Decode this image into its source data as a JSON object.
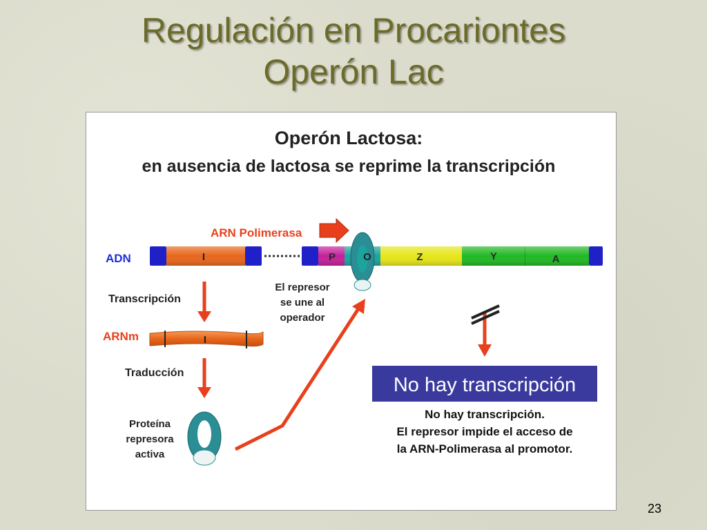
{
  "slide": {
    "title_line1": "Regulación en Procariontes",
    "title_line2": "Operón Lac",
    "page_number": "23"
  },
  "diagram": {
    "heading_line1": "Operón Lactosa:",
    "heading_line2": "en ausencia de lactosa se reprime la transcripción",
    "polymerase_label": "ARN Polimerasa",
    "dna_label": "ADN",
    "gene_labels": {
      "i": "I",
      "p": "P",
      "o": "O",
      "z": "Z",
      "y": "Y",
      "a": "A"
    },
    "repressor_binds_line1": "El represor",
    "repressor_binds_line2": "se une al",
    "repressor_binds_line3": "operador",
    "transcription_label": "Transcripción",
    "mrna_label": "ARNm",
    "mrna_segment_label": "I",
    "translation_label": "Traducción",
    "protein_line1": "Proteína",
    "protein_line2": "represora",
    "protein_line3": "activa",
    "no_transcription_box": "No hay transcripción",
    "explanation_line1": "No hay transcripción.",
    "explanation_line2": "El represor impide el acceso de",
    "explanation_line3": "la ARN-Polimerasa al promotor."
  },
  "colors": {
    "title": "#6b6b2a",
    "blue": "#1d2ed8",
    "dna_end": "#2020c8",
    "gene_i": "#e8661c",
    "promoter": "#c3219a",
    "operator": "#1ca39e",
    "gene_z": "#e6e61a",
    "gene_yz": "#21b824",
    "arrow_red": "#e8401c",
    "repressor": "#2a8e94",
    "no_box": "#3a3a9e"
  }
}
